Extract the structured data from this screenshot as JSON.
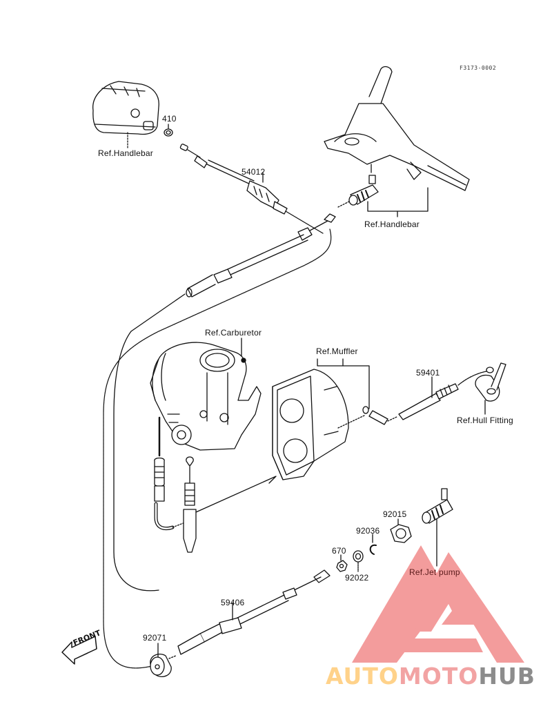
{
  "diagram": {
    "figure_code": "F3173-0002",
    "direction_indicator": "FRONT",
    "watermark": {
      "part1": "AUTO",
      "part2": "MOTO",
      "part3": "HUB",
      "colors": {
        "auto": "#ffd28a",
        "moto": "#f2a3a3",
        "hub": "#8c8c8c",
        "logo": "#f28b8b"
      }
    },
    "part_numbers": [
      {
        "id": "410",
        "label": "410"
      },
      {
        "id": "54012",
        "label": "54012"
      },
      {
        "id": "59401",
        "label": "59401"
      },
      {
        "id": "92015",
        "label": "92015"
      },
      {
        "id": "92036",
        "label": "92036"
      },
      {
        "id": "670",
        "label": "670"
      },
      {
        "id": "92022",
        "label": "92022"
      },
      {
        "id": "59406",
        "label": "59406"
      },
      {
        "id": "92071",
        "label": "92071"
      }
    ],
    "references": [
      {
        "id": "handlebar-left",
        "label": "Ref.Handlebar"
      },
      {
        "id": "handlebar-right",
        "label": "Ref.Handlebar"
      },
      {
        "id": "carburetor",
        "label": "Ref.Carburetor"
      },
      {
        "id": "muffler",
        "label": "Ref.Muffler"
      },
      {
        "id": "hull-fitting",
        "label": "Ref.Hull Fitting"
      },
      {
        "id": "jet-pump",
        "label": "Ref.Jet pump"
      }
    ]
  }
}
